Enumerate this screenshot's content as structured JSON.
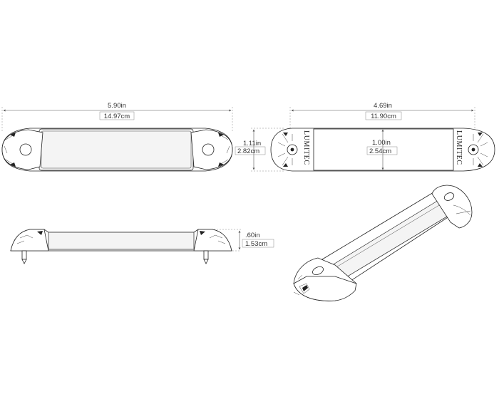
{
  "dimensions": {
    "top_length_in": "5.90in",
    "top_length_cm": "14.97cm",
    "height_in": ".60in",
    "height_cm": "1.53cm",
    "mount_spacing_in": "4.69in",
    "mount_spacing_cm": "11.90cm",
    "base_width_in": "1.11in",
    "base_width_cm": "2.82cm",
    "lens_width_in": "1.00in",
    "lens_width_cm": "2.54cm"
  },
  "brand": {
    "logo_left": "LUMITEC",
    "logo_right": "LUMITEC"
  }
}
